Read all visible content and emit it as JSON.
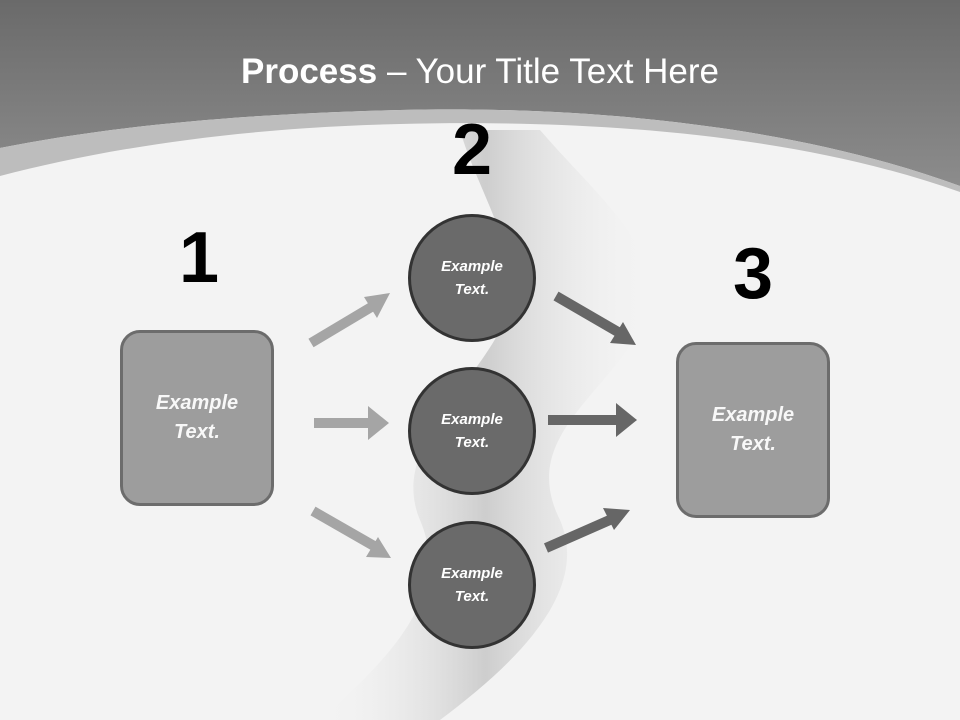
{
  "title": {
    "bold": "Process",
    "dash": " – ",
    "rest": "Your Title Text Here"
  },
  "steps": [
    {
      "number": "1",
      "text": "Example Text."
    },
    {
      "number": "2",
      "text": "Example Text."
    },
    {
      "number": "3",
      "text": "Example Text."
    }
  ],
  "middle_items": [
    {
      "text": "Example Text."
    },
    {
      "text": "Example Text."
    },
    {
      "text": "Example Text."
    }
  ],
  "colors": {
    "header": "#7a7a7a",
    "box_fill": "#9d9d9d",
    "circle_fill": "#6a6a6a",
    "arrow_light": "#a5a5a5",
    "arrow_dark": "#666666"
  }
}
